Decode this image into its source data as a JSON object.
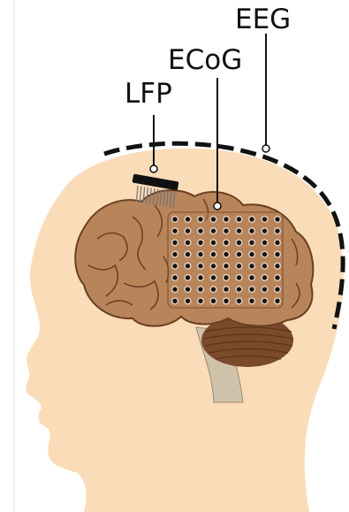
{
  "labels": {
    "lfp": "LFP",
    "ecog": "ECoG",
    "eeg": "EEG"
  },
  "colors": {
    "skin": "#fbdcb9",
    "brain": "#b8845a",
    "brain_dark": "#8a5a36",
    "brain_line": "#6a3f22",
    "brainstem": "#cfc2aa",
    "cerebellum": "#7a4a2a",
    "electrode_fill": "#ffffff",
    "electrode_dot": "#111111",
    "eeg_cap": "#111111",
    "lfp_probe": "#111111"
  }
}
